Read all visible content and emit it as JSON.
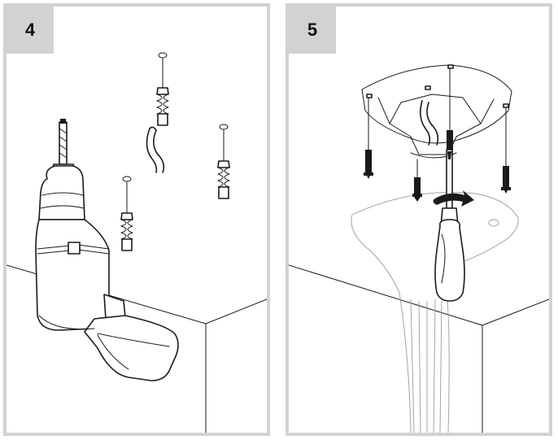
{
  "panels": [
    {
      "step": "4",
      "illustration": "drill-holes-insert-wall-plugs"
    },
    {
      "step": "5",
      "illustration": "screw-mounting-bracket-to-ceiling"
    }
  ],
  "colors": {
    "frame": "#d2d2d2",
    "tab": "#d2d2d2",
    "ink": "#1a1a1a",
    "background": "#ffffff"
  },
  "icons": [
    "drill-icon",
    "wall-plug-icon",
    "screw-icon",
    "screwdriver-icon",
    "mounting-bracket-icon",
    "rotation-arrow-icon"
  ]
}
